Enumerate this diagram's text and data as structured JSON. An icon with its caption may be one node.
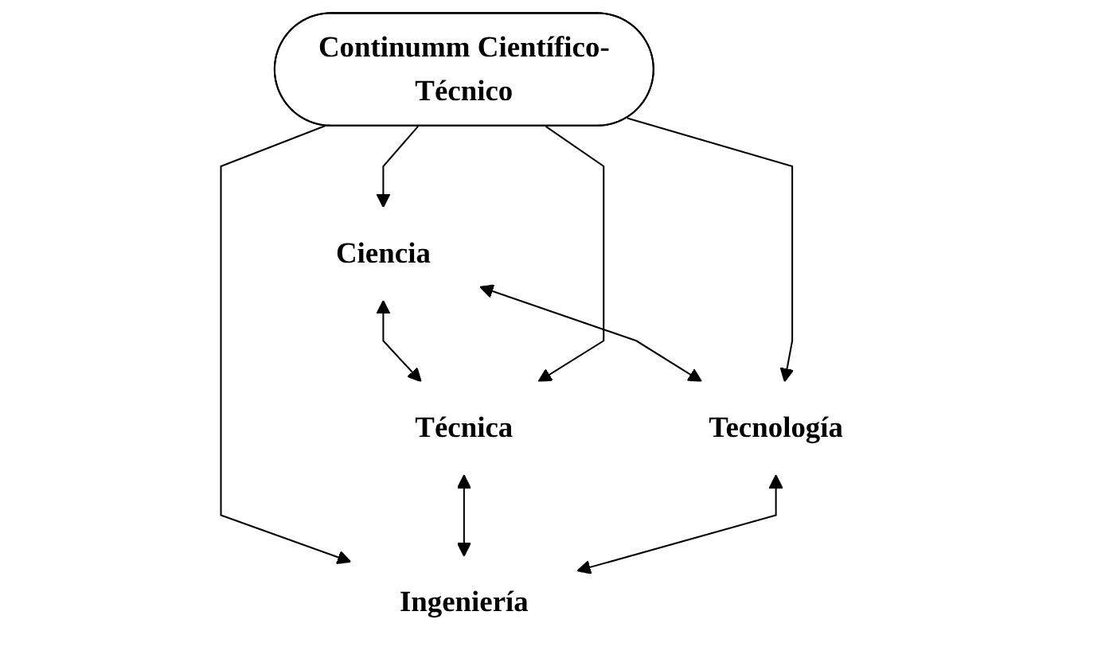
{
  "diagram": {
    "nodes": [
      {
        "text": [
          "Ciencia"
        ]
      },
      {
        "text": [
          "Técnica"
        ]
      },
      {
        "text": [
          "Continumm Científico-Técnico"
        ]
      },
      {
        "text": [
          "Tecnología"
        ]
      },
      {
        "text": [
          "Ingeniería"
        ]
      }
    ],
    "edges": [
      {
        "from": 0,
        "to": 1,
        "arrow": "both"
      },
      {
        "from": 0,
        "to": 3,
        "arrow": "both"
      },
      {
        "from": 2,
        "to": 0,
        "arrow": "to"
      },
      {
        "from": 2,
        "to": 1,
        "arrow": "to"
      },
      {
        "from": 2,
        "to": 3,
        "arrow": "to"
      },
      {
        "from": 2,
        "to": 4,
        "arrow": "to"
      },
      {
        "from": 1,
        "to": 4,
        "arrow": "both"
      },
      {
        "from": 3,
        "to": 4,
        "arrow": "both"
      }
    ]
  }
}
